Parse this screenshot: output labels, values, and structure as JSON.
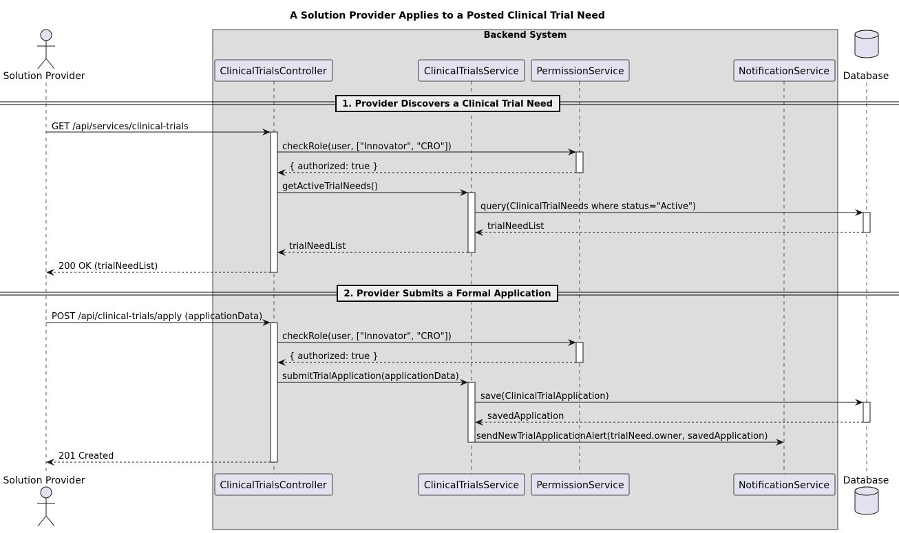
{
  "title": "A Solution Provider Applies to a Posted Clinical Trial Need",
  "system_box": {
    "label": "Backend System",
    "color": "#dddddd"
  },
  "participants": [
    {
      "id": "provider",
      "label": "Solution Provider",
      "kind": "actor"
    },
    {
      "id": "controller",
      "label": "ClinicalTrialsController",
      "kind": "participant"
    },
    {
      "id": "service",
      "label": "ClinicalTrialsService",
      "kind": "participant"
    },
    {
      "id": "permission",
      "label": "PermissionService",
      "kind": "participant"
    },
    {
      "id": "notification",
      "label": "NotificationService",
      "kind": "participant"
    },
    {
      "id": "database",
      "label": "Database",
      "kind": "database"
    }
  ],
  "sections": [
    {
      "label": "1. Provider Discovers a Clinical Trial Need"
    },
    {
      "label": "2. Provider Submits a Formal Application"
    }
  ],
  "messages": [
    {
      "from": "provider",
      "to": "controller",
      "label": "GET /api/services/clinical-trials",
      "style": "solid"
    },
    {
      "from": "controller",
      "to": "permission",
      "label": "checkRole(user, [\"Innovator\", \"CRO\"])",
      "style": "solid"
    },
    {
      "from": "permission",
      "to": "controller",
      "label": "{ authorized: true }",
      "style": "dashed"
    },
    {
      "from": "controller",
      "to": "service",
      "label": "getActiveTrialNeeds()",
      "style": "solid"
    },
    {
      "from": "service",
      "to": "database",
      "label": "query(ClinicalTrialNeeds where status=\"Active\")",
      "style": "solid"
    },
    {
      "from": "database",
      "to": "service",
      "label": "trialNeedList",
      "style": "dashed"
    },
    {
      "from": "service",
      "to": "controller",
      "label": "trialNeedList",
      "style": "dashed"
    },
    {
      "from": "controller",
      "to": "provider",
      "label": "200 OK (trialNeedList)",
      "style": "dashed"
    },
    {
      "from": "provider",
      "to": "controller",
      "label": "POST /api/clinical-trials/apply (applicationData)",
      "style": "solid"
    },
    {
      "from": "controller",
      "to": "permission",
      "label": "checkRole(user, [\"Innovator\", \"CRO\"])",
      "style": "solid"
    },
    {
      "from": "permission",
      "to": "controller",
      "label": "{ authorized: true }",
      "style": "dashed"
    },
    {
      "from": "controller",
      "to": "service",
      "label": "submitTrialApplication(applicationData)",
      "style": "solid"
    },
    {
      "from": "service",
      "to": "database",
      "label": "save(ClinicalTrialApplication)",
      "style": "solid"
    },
    {
      "from": "database",
      "to": "service",
      "label": "savedApplication",
      "style": "dashed"
    },
    {
      "from": "service",
      "to": "notification",
      "label": "sendNewTrialApplicationAlert(trialNeed.owner, savedApplication)",
      "style": "solid"
    },
    {
      "from": "controller",
      "to": "provider",
      "label": "201 Created",
      "style": "dashed"
    }
  ]
}
